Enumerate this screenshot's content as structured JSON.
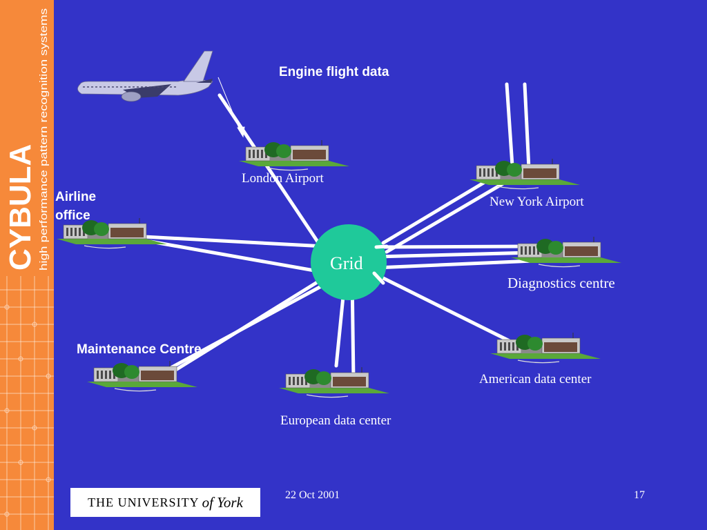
{
  "sidebar": {
    "brand": "CYBULA",
    "tagline": "high performance pattern recognition systems"
  },
  "title": "Engine flight data",
  "grid_label": "Grid",
  "nodes": {
    "london_airport": "London Airport",
    "new_york_airport": "New York Airport",
    "airline_office": "Airline office",
    "diagnostics_centre": "Diagnostics centre",
    "maintenance_centre": "Maintenance Centre",
    "american_data_center": "American data center",
    "european_data_center": "European data center"
  },
  "footer": {
    "logo_main": "THE UNIVERSITY",
    "logo_of": "of York",
    "date": "22 Oct 2001",
    "page": "17"
  },
  "colors": {
    "background": "#3333c8",
    "sidebar": "#f6893a",
    "grid_circle": "#1fc99a",
    "connections": "#ffffff"
  },
  "icons": [
    "airplane-icon",
    "building-icon"
  ]
}
